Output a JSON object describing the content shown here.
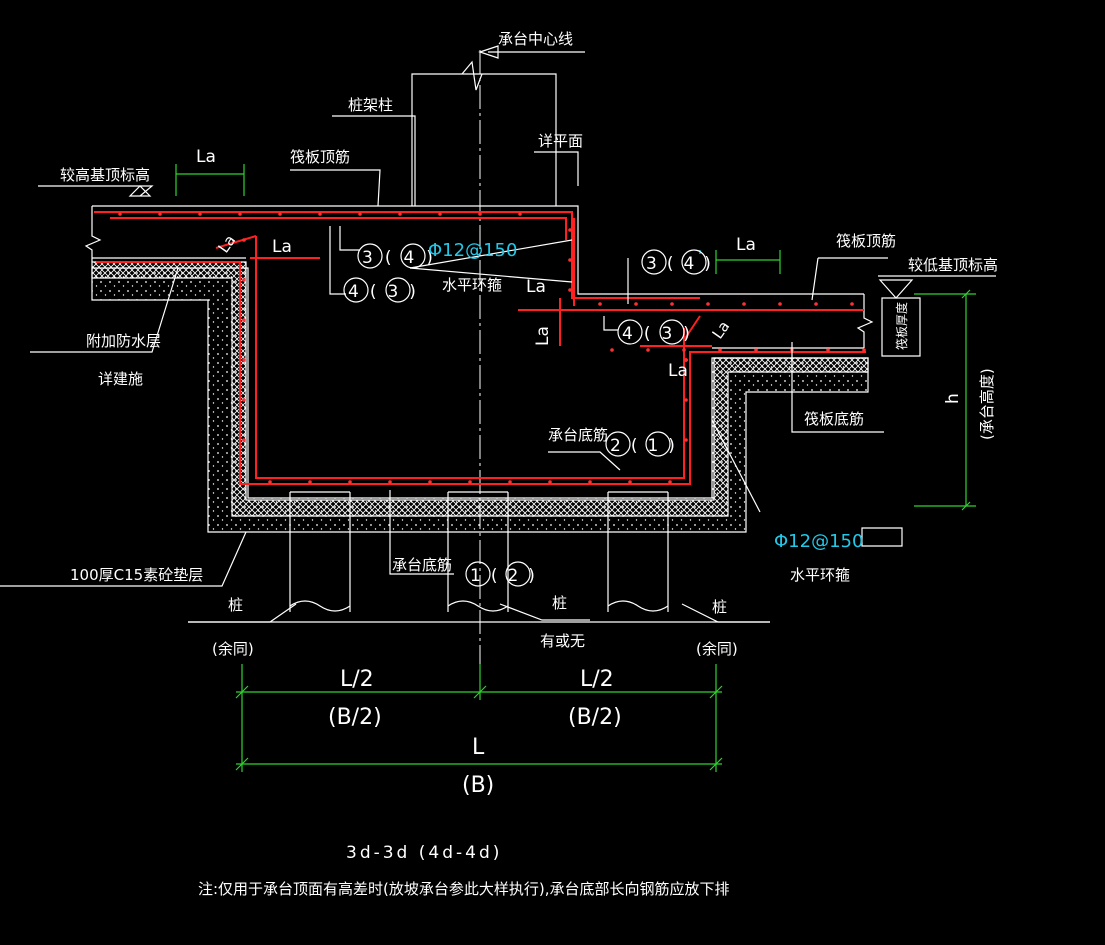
{
  "labels": {
    "center_line": "承台中心线",
    "pile_column": "桩架柱",
    "detail_plan": "详平面",
    "raft_top_rebar_left": "筏板顶筋",
    "higher_base_top": "较高基顶标高",
    "la_1": "La",
    "la_2": "La",
    "la_3": "La",
    "la_4": "La",
    "la_5": "La",
    "la_vertical": "La",
    "la_diag_1": "La",
    "la_diag_2": "La",
    "bar_3_4_a": "3(4)",
    "bar_4_3_a": "4(3)",
    "bar_3_4_b": "3(4)",
    "bar_4_3_b": "4(3)",
    "phi_top": "Φ12@150",
    "horizontal_stirrup_top": "水平环箍",
    "raft_top_rebar_right": "筏板顶筋",
    "lower_base_top": "较低基顶标高",
    "raft_thickness": "筏板厚度",
    "additional_waterproof": "附加防水层",
    "see_architecture": "详建施",
    "h": "h",
    "cap_height": "(承台高度)",
    "raft_bottom_rebar": "筏板底筋",
    "cap_bottom_rebar_1": "承台底筋",
    "bar_2_1": "2(1)",
    "phi_bottom": "Φ12@150",
    "horizontal_stirrup_bottom": "水平环箍",
    "cushion": "100厚C15素砼垫层",
    "cap_bottom_rebar_2": "承台底筋",
    "bar_1_2": "1(2)",
    "pile_left": "桩",
    "same_left": "(余同)",
    "pile_mid": "桩",
    "with_or_without": "有或无",
    "pile_right": "桩",
    "same_right": "(余同)",
    "half_l_left": "L/2",
    "half_b_left": "(B/2)",
    "half_l_right": "L/2",
    "half_b_right": "(B/2)",
    "full_l": "L",
    "full_b": "(B)",
    "section_title": "3d-3d (4d-4d)",
    "note": "注:仅用于承台顶面有高差时(放坡承台参此大样执行),承台底部长向钢筋应放下排"
  },
  "colors": {
    "background": "#000000",
    "lines": "#ffffff",
    "rebar": "#ff2020",
    "dimension": "#2fd12f",
    "callout": "#22c8e8"
  }
}
